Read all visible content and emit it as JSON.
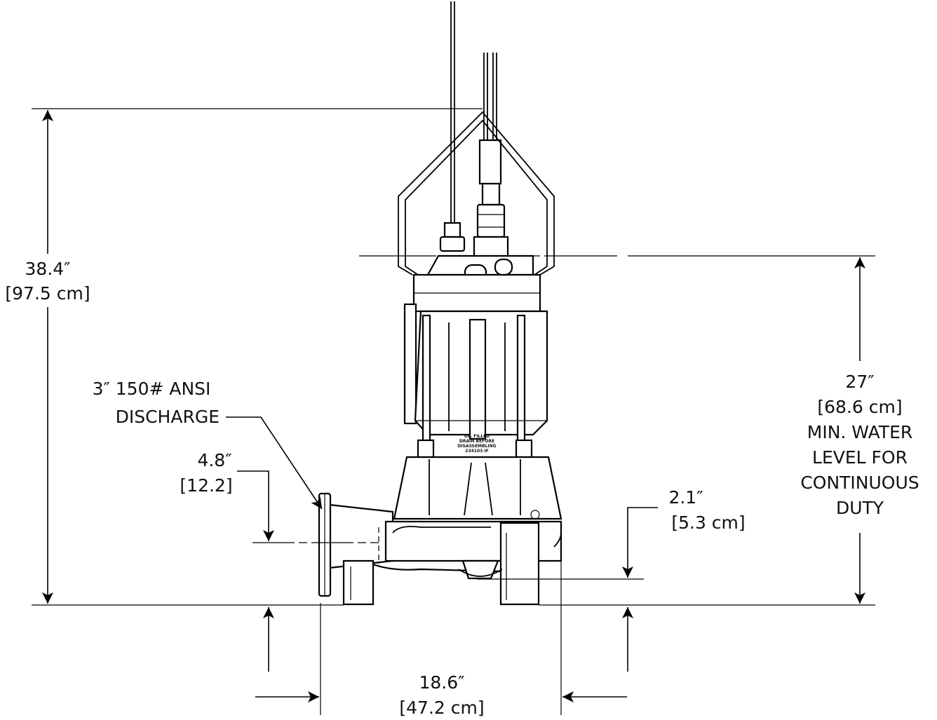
{
  "dimensions": {
    "overall_height": {
      "value": "38.4″",
      "metric": "[97.5 cm]"
    },
    "min_water_level": {
      "value": "27″",
      "metric": "[68.6 cm]",
      "note": [
        "MIN. WATER",
        "LEVEL FOR",
        "CONTINUOUS",
        "DUTY"
      ]
    },
    "discharge_height": {
      "value": "4.8″",
      "metric": "[12.2]"
    },
    "inlet_clearance": {
      "value": "2.1″",
      "metric": "[5.3 cm]"
    },
    "overall_width": {
      "value": "18.6″",
      "metric": "[47.2 cm]"
    }
  },
  "callouts": {
    "discharge": [
      "3″ 150# ANSI",
      "DISCHARGE"
    ]
  },
  "body_label": [
    "OIL FILLED",
    "DRAIN BEFORE",
    "DISASSEMBLING",
    "234103  IF"
  ]
}
